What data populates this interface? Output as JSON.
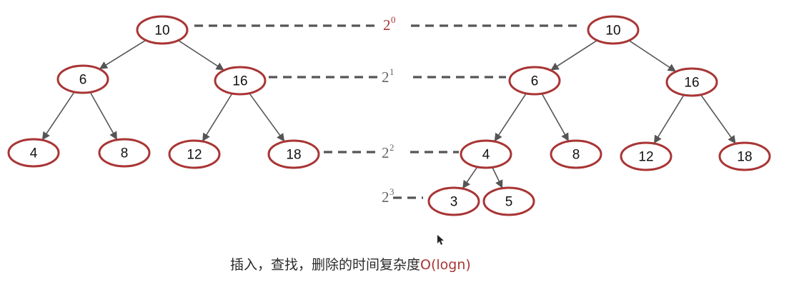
{
  "colors": {
    "node_border": "#a93535",
    "edge": "#555555",
    "level_label_first": "#a93535",
    "level_label": "#666666",
    "caption_text": "#2a2a2a",
    "caption_highlight": "#a93535"
  },
  "left_tree": {
    "nodes": [
      {
        "id": "l10",
        "label": "10"
      },
      {
        "id": "l6",
        "label": "6"
      },
      {
        "id": "l16",
        "label": "16"
      },
      {
        "id": "l4",
        "label": "4"
      },
      {
        "id": "l8",
        "label": "8"
      },
      {
        "id": "l12",
        "label": "12"
      },
      {
        "id": "l18",
        "label": "18"
      }
    ],
    "edges": [
      [
        "l10",
        "l6"
      ],
      [
        "l10",
        "l16"
      ],
      [
        "l6",
        "l4"
      ],
      [
        "l6",
        "l8"
      ],
      [
        "l16",
        "l12"
      ],
      [
        "l16",
        "l18"
      ]
    ]
  },
  "right_tree": {
    "nodes": [
      {
        "id": "r10",
        "label": "10"
      },
      {
        "id": "r6",
        "label": "6"
      },
      {
        "id": "r16",
        "label": "16"
      },
      {
        "id": "r4",
        "label": "4"
      },
      {
        "id": "r8",
        "label": "8"
      },
      {
        "id": "r12",
        "label": "12"
      },
      {
        "id": "r18",
        "label": "18"
      },
      {
        "id": "r3",
        "label": "3"
      },
      {
        "id": "r5",
        "label": "5"
      }
    ],
    "edges": [
      [
        "r10",
        "r6"
      ],
      [
        "r10",
        "r16"
      ],
      [
        "r6",
        "r4"
      ],
      [
        "r6",
        "r8"
      ],
      [
        "r16",
        "r12"
      ],
      [
        "r16",
        "r18"
      ],
      [
        "r4",
        "r3"
      ],
      [
        "r4",
        "r5"
      ]
    ]
  },
  "level_labels": [
    {
      "base": "2",
      "exp": "0"
    },
    {
      "base": "2",
      "exp": "1"
    },
    {
      "base": "2",
      "exp": "2"
    },
    {
      "base": "2",
      "exp": "3"
    }
  ],
  "caption": {
    "text": "插入，查找，删除的时间复杂度",
    "highlight": "O(logn)"
  }
}
